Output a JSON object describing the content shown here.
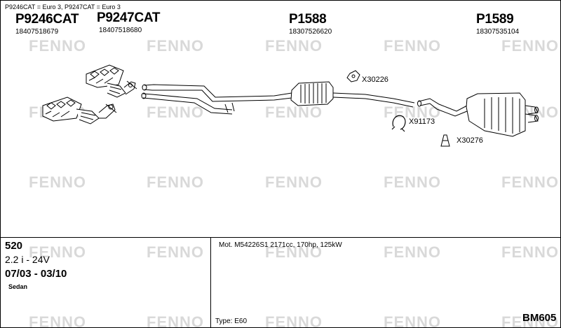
{
  "header": {
    "note": "P9246CAT = Euro 3, P9247CAT = Euro 3"
  },
  "parts": [
    {
      "number": "P9246CAT",
      "code": "18407518679"
    },
    {
      "number": "P9247CAT",
      "code": "18407518680"
    },
    {
      "number": "P1588",
      "code": "18307526620"
    },
    {
      "number": "P1589",
      "code": "18307535104"
    }
  ],
  "accessories": [
    {
      "code": "X30226"
    },
    {
      "code": "X91173"
    },
    {
      "code": "X30276"
    }
  ],
  "watermark": "FENNO",
  "vehicle": {
    "model": "520",
    "engine": "2.2 i - 24V",
    "years": "07/03 - 03/10",
    "body": "Sedan"
  },
  "specs": {
    "motor": "Mot. M54226S1 2171cc, 170hp, 125kW",
    "type": "Type:  E60",
    "reference": "BM605"
  },
  "colors": {
    "ink": "#000000",
    "watermark": "#d9d9d9"
  }
}
